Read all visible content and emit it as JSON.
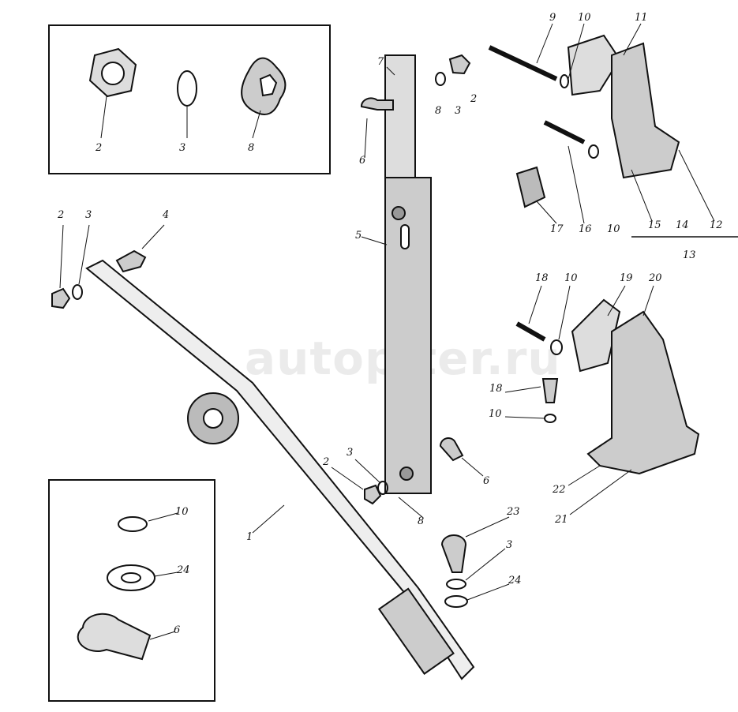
{
  "watermark": "autopiter.ru",
  "inset_top": {
    "labels": [
      "2",
      "3",
      "8"
    ]
  },
  "inset_bottom": {
    "labels": [
      "10",
      "24",
      "6"
    ]
  },
  "callouts": {
    "a2": "2",
    "a3": "3",
    "a4": "4",
    "a1": "1",
    "b7": "7",
    "b8": "8",
    "b3": "3",
    "b2": "2",
    "b6": "6",
    "b5": "5",
    "c9": "9",
    "c10": "10",
    "c11": "11",
    "c17": "17",
    "c16": "16",
    "c10b": "10",
    "c15": "15",
    "c14": "14",
    "c12": "12",
    "c13": "13",
    "d18": "18",
    "d10": "10",
    "d19": "19",
    "d20": "20",
    "d18b": "18",
    "d10b": "10",
    "d22": "22",
    "d21": "21",
    "e2": "2",
    "e3": "3",
    "e8": "8",
    "e6": "6",
    "f23": "23",
    "f3": "3",
    "f24": "24"
  }
}
